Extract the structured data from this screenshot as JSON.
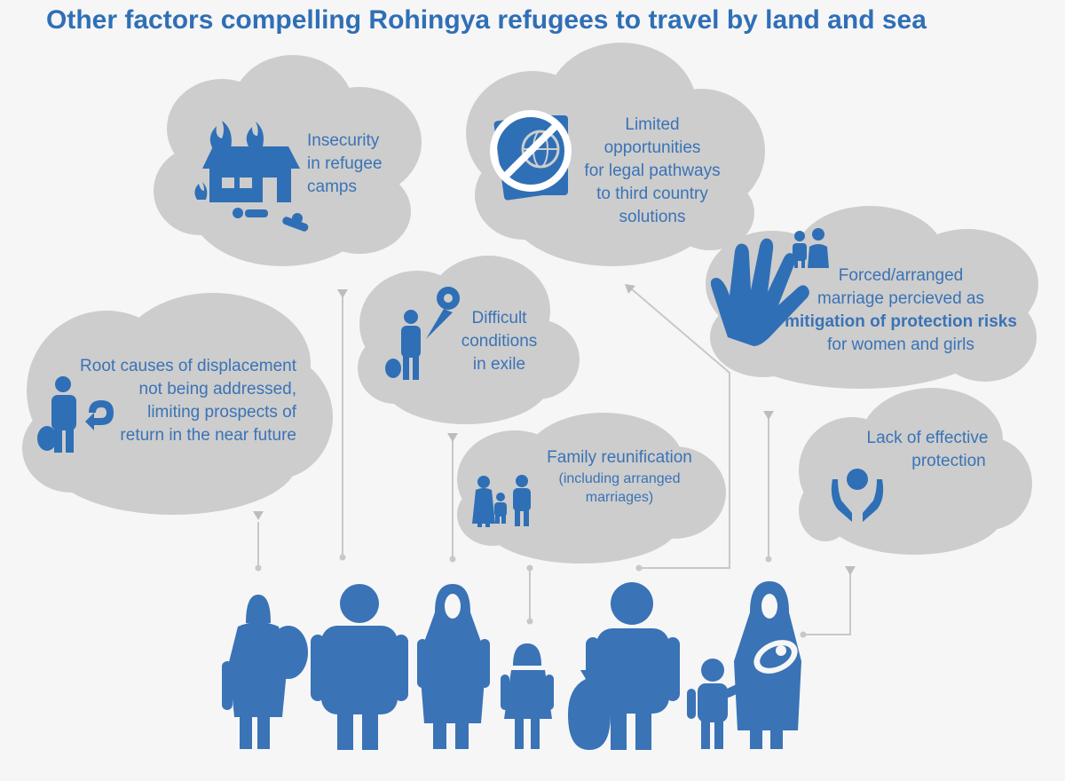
{
  "title": "Other factors compelling Rohingya refugees to travel by land and sea",
  "colors": {
    "accent": "#3a73b6",
    "cloud": "#cdcdcd",
    "connector": "#c8c8c8",
    "background": "#f6f6f6"
  },
  "clouds": {
    "insecurity": {
      "icon": "burning-house-icon",
      "lines": [
        "Insecurity",
        "in refugee",
        "camps"
      ]
    },
    "legal_pathways": {
      "icon": "no-passport-icon",
      "lines": [
        "Limited",
        "opportunities",
        "for legal pathways",
        "to third country",
        "solutions"
      ]
    },
    "forced_marriage": {
      "icon": "raised-hand-couple-icon",
      "line1": "Forced/arranged",
      "line2": "marriage percieved as",
      "line3_bold": "mitigation of protection risks",
      "line4": "for women and girls"
    },
    "exile": {
      "icon": "person-location-icon",
      "lines": [
        "Difficult",
        "conditions",
        "in exile"
      ]
    },
    "root_causes": {
      "icon": "person-return-arrow-icon",
      "lines": [
        "Root causes of displacement",
        "not being addressed,",
        "limiting prospects of",
        "return in the near future"
      ]
    },
    "family": {
      "icon": "family-icon",
      "heading": "Family reunification",
      "sub_lines": [
        "(including arranged",
        "marriages)"
      ]
    },
    "protection": {
      "icon": "hands-protecting-person-icon",
      "lines": [
        "Lack of effective",
        "protection"
      ]
    }
  }
}
